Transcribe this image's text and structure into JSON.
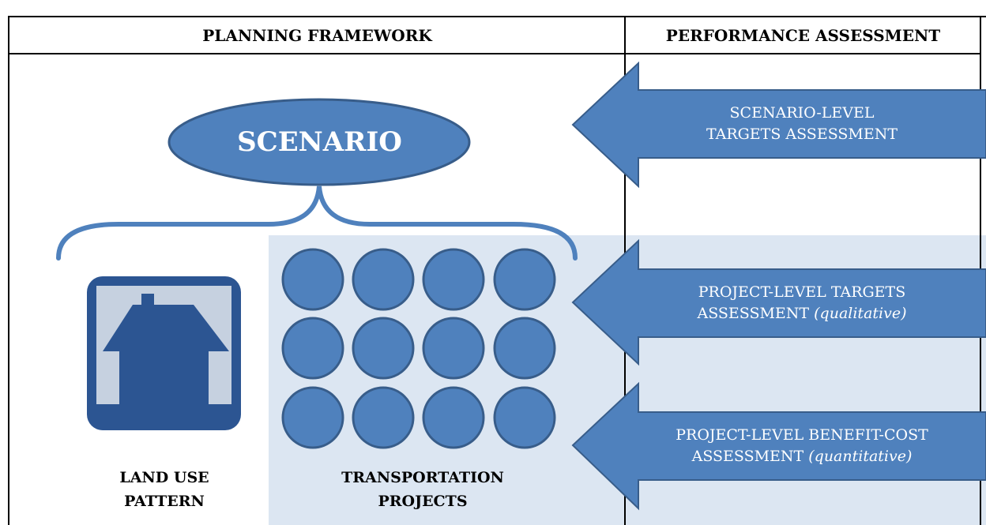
{
  "headers": {
    "planning": "PLANNING FRAMEWORK",
    "performance": "PERFORMANCE ASSESSMENT"
  },
  "scenario": {
    "label": "SCENARIO"
  },
  "land_use": {
    "line1": "LAND USE",
    "line2": "PATTERN",
    "icon": "house-icon"
  },
  "transportation": {
    "line1": "TRANSPORTATION",
    "line2": "PROJECTS",
    "project_count": 12
  },
  "arrows": [
    {
      "line1": "SCENARIO-LEVEL",
      "line2": "TARGETS ASSESSMENT",
      "qualifier": ""
    },
    {
      "line1": "PROJECT-LEVEL TARGETS",
      "line2": "ASSESSMENT",
      "qualifier": "(qualitative)"
    },
    {
      "line1": "PROJECT-LEVEL BENEFIT-COST",
      "line2": "ASSESSMENT",
      "qualifier": "(quantitative)"
    }
  ],
  "colors": {
    "accent": "#4f81bd",
    "accent_dark": "#385d8a",
    "house_dark": "#2c5592",
    "house_light": "#c6d1e0",
    "panel_bg": "#dce6f2",
    "border": "#000000"
  }
}
